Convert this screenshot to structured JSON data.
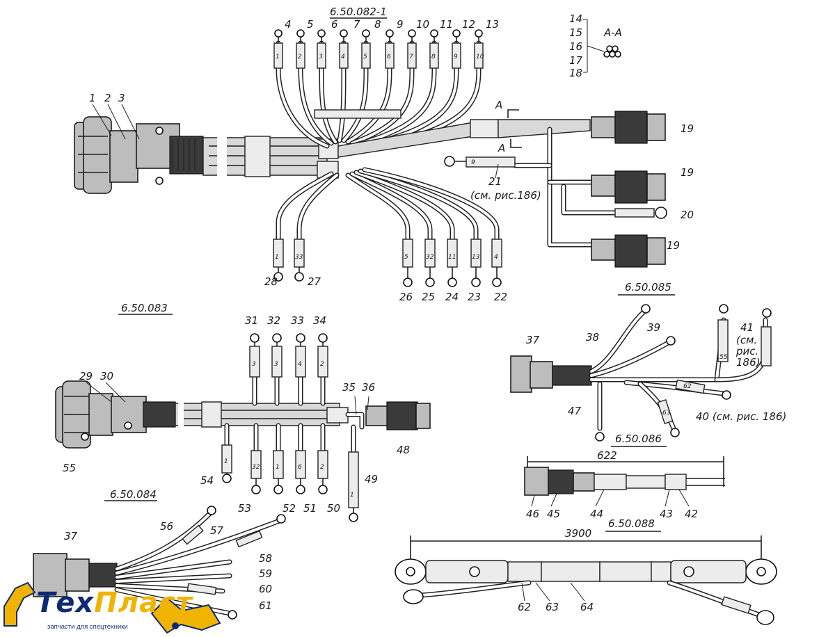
{
  "titles": {
    "t082": "6.50.082-1",
    "t085": "6.50.085",
    "t083": "6.50.083",
    "t084": "6.50.084",
    "t086": "6.50.086",
    "t088": "6.50.088",
    "section": "А-А"
  },
  "labels": {
    "l1": "1",
    "l2": "2",
    "l3": "3",
    "l4": "4",
    "l5": "5",
    "l6": "6",
    "l7": "7",
    "l8": "8",
    "l9": "9",
    "l10": "10",
    "l11": "11",
    "l12": "12",
    "l13": "13",
    "l14": "14",
    "l15": "15",
    "l16": "16",
    "l17": "17",
    "l18": "18",
    "l19a": "19",
    "l19b": "19",
    "l19c": "19",
    "l20": "20",
    "l21": "21",
    "l21ref": "(см. рис.186)",
    "l22": "22",
    "l23": "23",
    "l24": "24",
    "l25": "25",
    "l26": "26",
    "l27": "27",
    "l28": "28",
    "l29": "29",
    "l30": "30",
    "l31": "31",
    "l32": "32",
    "l33": "33",
    "l34": "34",
    "l35": "35",
    "l36": "36",
    "l37a": "37",
    "l37b": "37",
    "l38": "38",
    "l39": "39",
    "l40": "40 (см. рис. 186)",
    "l41": "41",
    "l41ref1": "(см.",
    "l41ref2": "рис.",
    "l41ref3": "186)",
    "l42": "42",
    "l43": "43",
    "l44": "44",
    "l45": "45",
    "l46": "46",
    "l47": "47",
    "l48": "48",
    "l49": "49",
    "l50": "50",
    "l51": "51",
    "l52": "52",
    "l53": "53",
    "l54": "54",
    "l55": "55",
    "l56": "56",
    "l57": "57",
    "l58": "58",
    "l59": "59",
    "l60": "60",
    "l61": "61",
    "l62": "62",
    "l63": "63",
    "l64": "64",
    "cutA1": "А",
    "cutA2": "А"
  },
  "dimensions": {
    "d622": "622",
    "d3900": "3900"
  },
  "wire_marks": {
    "m4": "1",
    "m5": "2",
    "m6": "3",
    "m7": "4",
    "m8": "5",
    "m9": "6",
    "m10": "7",
    "m11": "8",
    "m12": "9",
    "m13": "10",
    "m21": "9",
    "m22": "4",
    "m23": "13",
    "m24": "11",
    "m25": "32",
    "m26": "5",
    "m27": "33",
    "m28": "1",
    "m31": "3",
    "m32": "3",
    "m33": "4",
    "m34": "2",
    "m50": "2",
    "m51": "6",
    "m52": "1",
    "m53": "32",
    "m54": "1",
    "m49": "1",
    "m41": "55",
    "m40": "62",
    "m40b": "63"
  },
  "logo": {
    "brand_part1": "Тех",
    "brand_part2": "Пласт",
    "tagline": "запчасти для спецтехники",
    "brand_color": "#0f2a72",
    "accent_color": "#f0b400"
  }
}
